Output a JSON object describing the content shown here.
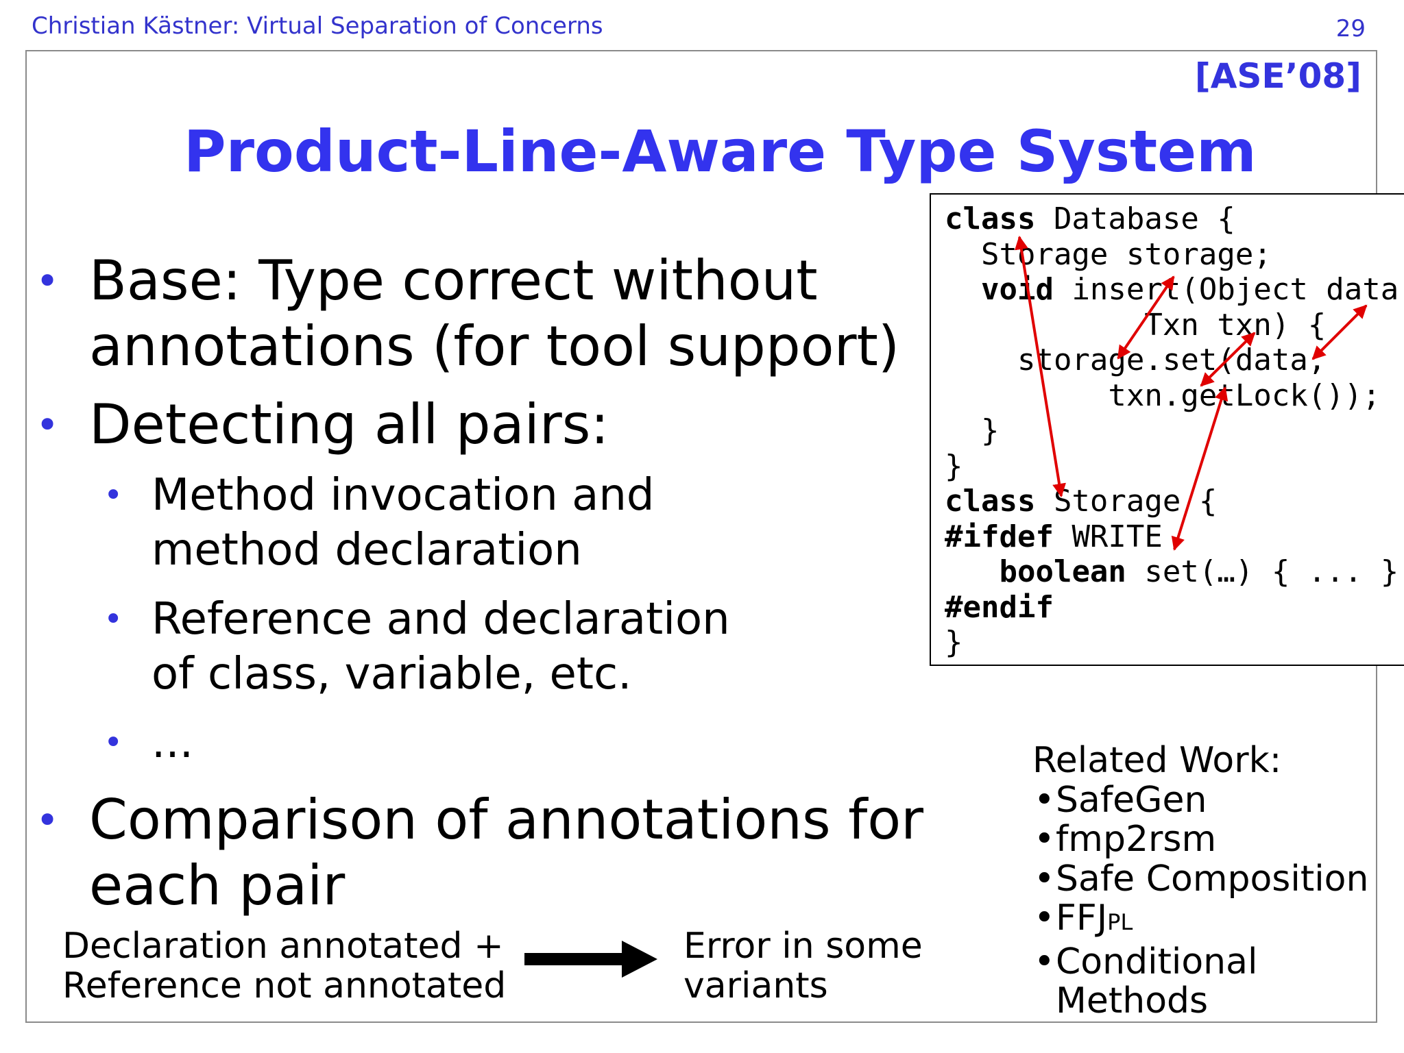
{
  "header": {
    "author_title": "Christian Kästner: Virtual Separation of Concerns",
    "page_number": "29"
  },
  "slide": {
    "citation": "[ASE’08]",
    "title": "Product-Line-Aware Type System",
    "bullets": [
      {
        "line1": "Base: Type correct without",
        "line2": "annotations (for tool support)"
      },
      {
        "line1": "Detecting all pairs:"
      },
      {
        "line1": "Comparison of annotations for",
        "line2": "each pair"
      }
    ],
    "sub_bullets": [
      {
        "line1": "Method invocation and",
        "line2": "method declaration"
      },
      {
        "line1": "Reference and declaration",
        "line2": "of class, variable, etc."
      },
      {
        "line1": "..."
      }
    ],
    "code": {
      "l1_kw": "class",
      "l1_rest": " Database {",
      "l2": "  Storage storage;",
      "l3_pre": "  ",
      "l3_kw": "void",
      "l3_rest": " insert(Object data,",
      "l4": "           Txn txn) {",
      "l5": "    storage.set(data,",
      "l6": "         txn.getLock());",
      "l7": "  }",
      "l8": "}",
      "l9_kw": "class",
      "l9_rest": " Storage {",
      "l10_kw": "#ifdef",
      "l10_rest": " WRITE",
      "l11_pre": "   ",
      "l11_kw": "boolean",
      "l11_rest": " set(…) { ... }",
      "l12_kw": "#endif",
      "l13": "}"
    },
    "arrow_color": "#e00000",
    "related_work": {
      "heading": "Related Work:",
      "items": [
        "SafeGen",
        "fmp2rsm",
        "Safe Composition"
      ],
      "ffj_main": "FFJ",
      "ffj_sub": "PL",
      "conditional_line1": "Conditional",
      "conditional_line2": "Methods"
    },
    "rule": {
      "condition_line1": "Declaration annotated +",
      "condition_line2": "Reference not annotated",
      "result_line1": "Error in some",
      "result_line2": "variants"
    }
  }
}
